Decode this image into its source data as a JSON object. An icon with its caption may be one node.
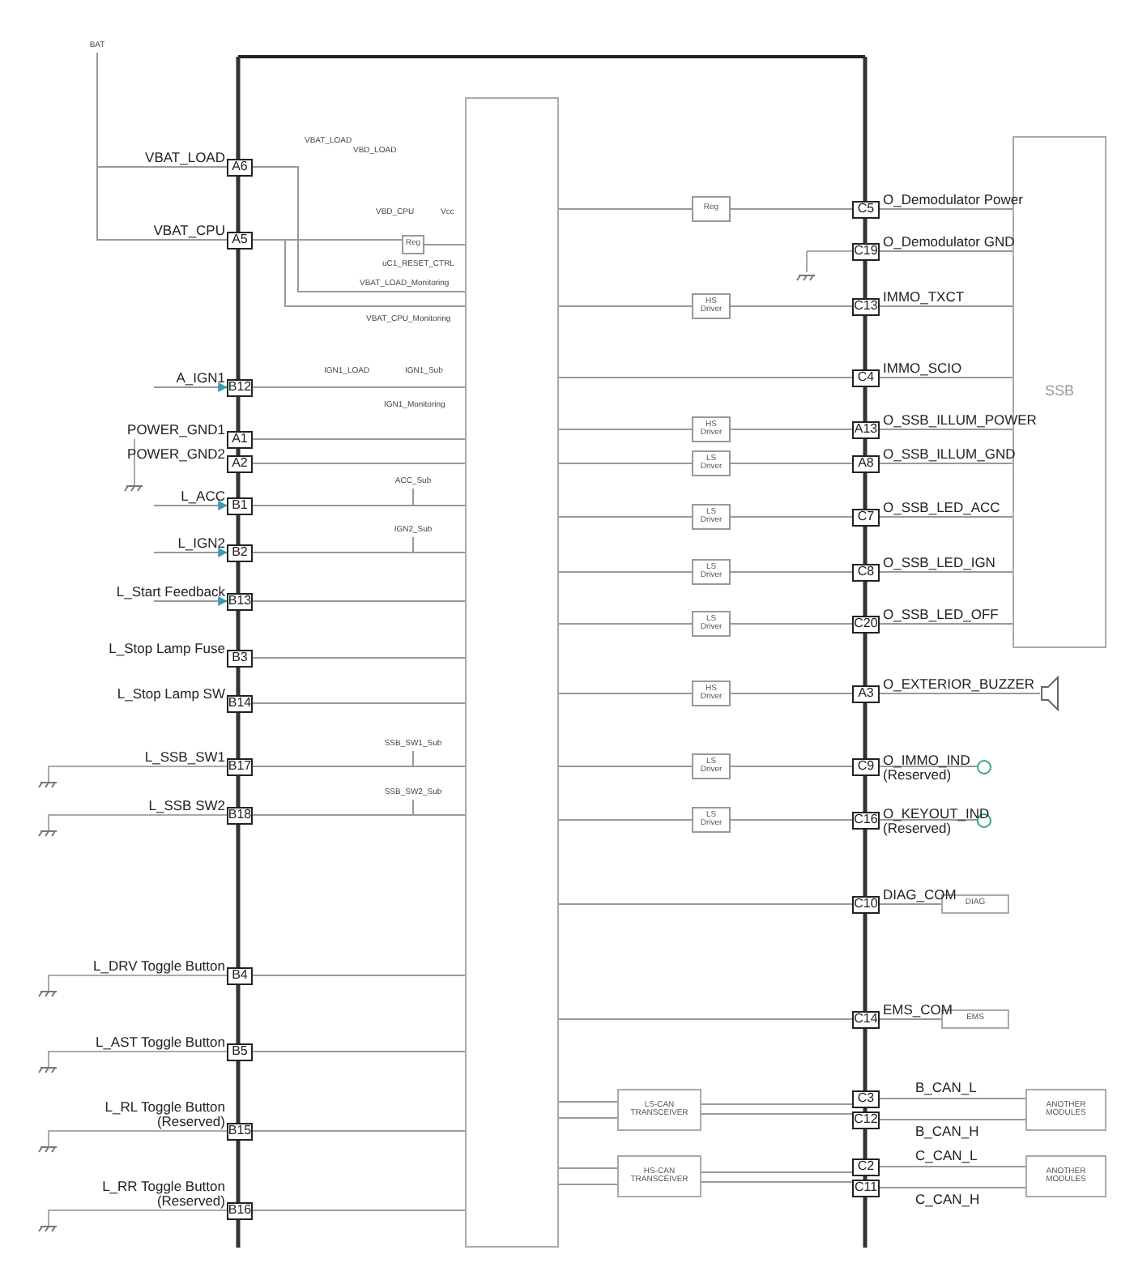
{
  "diagram": {
    "nodes": [
      {
        "text": [
          "A6"
        ],
        "beside": [
          "VBAT_LOAD"
        ]
      },
      {
        "text": [
          "A5"
        ],
        "beside": [
          "VBAT_CPU"
        ]
      },
      {
        "text": [
          "B12"
        ],
        "beside": [
          "A_IGN1"
        ]
      },
      {
        "text": [
          "A1"
        ],
        "beside": [
          "POWER_GND1"
        ]
      },
      {
        "text": [
          "A2"
        ],
        "beside": [
          "POWER_GND2"
        ]
      },
      {
        "text": [
          "B1"
        ],
        "beside": [
          "L_ACC"
        ]
      },
      {
        "text": [
          "B2"
        ],
        "beside": [
          "L_IGN2"
        ]
      },
      {
        "text": [
          "B13"
        ],
        "beside": [
          "L_Start Feedback"
        ]
      },
      {
        "text": [
          "B3"
        ],
        "beside": [
          "L_Stop Lamp Fuse"
        ]
      },
      {
        "text": [
          "B14"
        ],
        "beside": [
          "L_Stop Lamp SW"
        ]
      },
      {
        "text": [
          "B17"
        ],
        "beside": [
          "L_SSB_SW1"
        ]
      },
      {
        "text": [
          "B18"
        ],
        "beside": [
          "L_SSB SW2"
        ]
      },
      {
        "text": [
          "B4"
        ],
        "beside": [
          "L_DRV Toggle Button"
        ]
      },
      {
        "text": [
          "B5"
        ],
        "beside": [
          "L_AST Toggle Button"
        ]
      },
      {
        "text": [
          "B15"
        ],
        "beside": [
          "L_RL Toggle Button (Reserved)"
        ]
      },
      {
        "text": [
          "B16"
        ],
        "beside": [
          "L_RR Toggle Button (Reserved)"
        ]
      },
      {
        "text": [
          "Reg"
        ]
      },
      {
        "text": [
          "Reg"
        ]
      },
      {
        "text": [
          "HS Driver"
        ]
      },
      {
        "text": [
          "HS Driver"
        ]
      },
      {
        "text": [
          "LS Driver"
        ]
      },
      {
        "text": [
          "LS Driver"
        ]
      },
      {
        "text": [
          "LS Driver"
        ]
      },
      {
        "text": [
          "LS Driver"
        ]
      },
      {
        "text": [
          "HS Driver"
        ]
      },
      {
        "text": [
          "LS Driver"
        ]
      },
      {
        "text": [
          "LS Driver"
        ]
      },
      {
        "text": [
          "LS-CAN TRANSCEIVER"
        ]
      },
      {
        "text": [
          "HS-CAN TRANSCEIVER"
        ]
      },
      {
        "text": [
          "C5"
        ],
        "beside": [
          "O_Demodulator Power"
        ]
      },
      {
        "text": [
          "C19"
        ],
        "beside": [
          "O_Demodulator GND"
        ]
      },
      {
        "text": [
          "C13"
        ],
        "beside": [
          "IMMO_TXCT"
        ]
      },
      {
        "text": [
          "C4"
        ],
        "beside": [
          "IMMO_SCIO"
        ]
      },
      {
        "text": [
          "A13"
        ],
        "beside": [
          "O_SSB_ILLUM_POWER"
        ]
      },
      {
        "text": [
          "A8"
        ],
        "beside": [
          "O_SSB_ILLUM_GND"
        ]
      },
      {
        "text": [
          "C7"
        ],
        "beside": [
          "O_SSB_LED_ACC"
        ]
      },
      {
        "text": [
          "C8"
        ],
        "beside": [
          "O_SSB_LED_IGN"
        ]
      },
      {
        "text": [
          "C20"
        ],
        "beside": [
          "O_SSB_LED_OFF"
        ]
      },
      {
        "text": [
          "A3"
        ],
        "beside": [
          "O_EXTERIOR_BUZZER"
        ]
      },
      {
        "text": [
          "C9"
        ],
        "beside": [
          "O_IMMO_IND (Reserved)"
        ]
      },
      {
        "text": [
          "C16"
        ],
        "beside": [
          "O_KEYOUT_IND (Reserved)"
        ]
      },
      {
        "text": [
          "C10"
        ],
        "beside": [
          "DIAG_COM"
        ]
      },
      {
        "text": [
          "C14"
        ],
        "beside": [
          "EMS_COM"
        ]
      },
      {
        "text": [
          "C3"
        ]
      },
      {
        "text": [
          "C12"
        ]
      },
      {
        "text": [
          "C2"
        ]
      },
      {
        "text": [
          "C11"
        ]
      },
      {
        "text": [
          "SSB"
        ]
      },
      {
        "text": [
          "DIAG"
        ]
      },
      {
        "text": [
          "EMS"
        ]
      },
      {
        "text": [
          "ANOTHER MODULES"
        ]
      },
      {
        "text": [
          "ANOTHER MODULES"
        ]
      },
      {
        "text": [],
        "shape": "picture"
      },
      {
        "text": [],
        "shape": "circle"
      },
      {
        "text": [],
        "shape": "circle"
      },
      {
        "text": [],
        "shape": "box"
      },
      {
        "text": [
          "BAT"
        ]
      },
      {
        "text": [
          "ACC_Sub"
        ]
      },
      {
        "text": [
          "IGN2_Sub"
        ]
      },
      {
        "text": [
          "SSB_SW1_Sub"
        ]
      },
      {
        "text": [
          "SSB_SW2_Sub"
        ]
      }
    ],
    "edges": [
      {
        "from": 1,
        "to": 16,
        "arrow": "none"
      },
      {
        "from": null,
        "to": 2,
        "arrow": "to"
      },
      {
        "from": null,
        "to": 5,
        "arrow": "to"
      },
      {
        "from": null,
        "to": 6,
        "arrow": "to"
      },
      {
        "from": null,
        "to": 7,
        "arrow": "to"
      },
      {
        "from": 17,
        "to": 29,
        "arrow": "none"
      },
      {
        "from": 18,
        "to": 31,
        "arrow": "none"
      },
      {
        "from": 19,
        "to": 33,
        "arrow": "none"
      },
      {
        "from": 20,
        "to": 34,
        "arrow": "none"
      },
      {
        "from": 21,
        "to": 35,
        "arrow": "none"
      },
      {
        "from": 22,
        "to": 36,
        "arrow": "none"
      },
      {
        "from": 23,
        "to": 37,
        "arrow": "none"
      },
      {
        "from": 24,
        "to": 38,
        "arrow": "none"
      },
      {
        "from": 25,
        "to": 39,
        "arrow": "none"
      },
      {
        "from": 26,
        "to": 40,
        "arrow": "none"
      },
      {
        "from": 27,
        "to": 43,
        "arrow": "none"
      },
      {
        "from": 27,
        "to": 44,
        "arrow": "none"
      },
      {
        "from": 28,
        "to": 45,
        "arrow": "none"
      },
      {
        "from": 28,
        "to": 46,
        "arrow": "none"
      },
      {
        "from": 29,
        "to": 47,
        "arrow": "none"
      },
      {
        "from": 30,
        "to": 47,
        "arrow": "none"
      },
      {
        "from": 31,
        "to": 47,
        "arrow": "none"
      },
      {
        "from": 32,
        "to": 47,
        "arrow": "none"
      },
      {
        "from": 33,
        "to": 47,
        "arrow": "none"
      },
      {
        "from": 34,
        "to": 47,
        "arrow": "none"
      },
      {
        "from": 35,
        "to": 47,
        "arrow": "none"
      },
      {
        "from": 36,
        "to": 47,
        "arrow": "none"
      },
      {
        "from": 37,
        "to": 47,
        "arrow": "none"
      },
      {
        "from": 38,
        "to": 52,
        "arrow": "none"
      },
      {
        "from": 39,
        "to": 53,
        "arrow": "none"
      },
      {
        "from": 40,
        "to": 54,
        "arrow": "none"
      },
      {
        "from": 41,
        "to": 48,
        "arrow": "none"
      },
      {
        "from": 42,
        "to": 49,
        "arrow": "none"
      },
      {
        "from": 43,
        "to": 50,
        "arrow": "none",
        "label": "B_CAN_L"
      },
      {
        "from": 44,
        "to": 50,
        "arrow": "none",
        "label": "B_CAN_H"
      },
      {
        "from": 45,
        "to": 51,
        "arrow": "none",
        "label": "C_CAN_L"
      },
      {
        "from": 46,
        "to": 51,
        "arrow": "none",
        "label": "C_CAN_H"
      },
      {
        "from": 0,
        "to": 55,
        "arrow": "none"
      },
      {
        "from": 1,
        "to": 55,
        "arrow": "none"
      },
      {
        "from": 2,
        "to": 55,
        "arrow": "none"
      },
      {
        "from": 3,
        "to": 55,
        "arrow": "none"
      },
      {
        "from": 4,
        "to": 55,
        "arrow": "none"
      },
      {
        "from": 5,
        "to": 55,
        "arrow": "none"
      },
      {
        "from": 6,
        "to": 55,
        "arrow": "none"
      },
      {
        "from": 7,
        "to": 55,
        "arrow": "none"
      },
      {
        "from": 8,
        "to": 55,
        "arrow": "none"
      },
      {
        "from": 9,
        "to": 55,
        "arrow": "none"
      },
      {
        "from": 10,
        "to": 55,
        "arrow": "none"
      },
      {
        "from": 11,
        "to": 55,
        "arrow": "none"
      },
      {
        "from": 12,
        "to": 55,
        "arrow": "none"
      },
      {
        "from": 13,
        "to": 55,
        "arrow": "none"
      },
      {
        "from": 14,
        "to": 55,
        "arrow": "none"
      },
      {
        "from": 15,
        "to": 55,
        "arrow": "none"
      },
      {
        "from": 16,
        "to": 55,
        "arrow": "none"
      },
      {
        "from": 55,
        "to": 17,
        "arrow": "none"
      },
      {
        "from": 55,
        "to": 18,
        "arrow": "none"
      },
      {
        "from": 55,
        "to": 19,
        "arrow": "none"
      },
      {
        "from": 55,
        "to": 20,
        "arrow": "none"
      },
      {
        "from": 55,
        "to": 21,
        "arrow": "none"
      },
      {
        "from": 55,
        "to": 22,
        "arrow": "none"
      },
      {
        "from": 55,
        "to": 23,
        "arrow": "none"
      },
      {
        "from": 55,
        "to": 24,
        "arrow": "none"
      },
      {
        "from": 55,
        "to": 25,
        "arrow": "none"
      },
      {
        "from": 55,
        "to": 26,
        "arrow": "none"
      },
      {
        "from": 55,
        "to": 32,
        "arrow": "none"
      },
      {
        "from": 55,
        "to": 41,
        "arrow": "none"
      },
      {
        "from": 55,
        "to": 42,
        "arrow": "none"
      },
      {
        "from": 55,
        "to": 27,
        "arrow": "none"
      },
      {
        "from": 55,
        "to": 27,
        "arrow": "none"
      },
      {
        "from": 55,
        "to": 28,
        "arrow": "none"
      },
      {
        "from": 55,
        "to": 28,
        "arrow": "none"
      },
      {
        "from": 56,
        "to": 0,
        "arrow": "none"
      },
      {
        "from": 56,
        "to": 1,
        "arrow": "none"
      },
      {
        "from": 57,
        "to": 5,
        "arrow": "none"
      },
      {
        "from": 58,
        "to": 6,
        "arrow": "none"
      },
      {
        "from": 59,
        "to": 10,
        "arrow": "none"
      },
      {
        "from": 60,
        "to": 11,
        "arrow": "none"
      }
    ],
    "labels": [
      "VBAT_LOAD",
      "VBD_LOAD",
      "VBD_CPU",
      "Vcc",
      "uC1_RESET_CTRL",
      "VBAT_LOAD_Monitoring",
      "VBAT_CPU_Monitoring",
      "IGN1_LOAD",
      "IGN1_Sub",
      "IGN1_Monitoring"
    ]
  }
}
